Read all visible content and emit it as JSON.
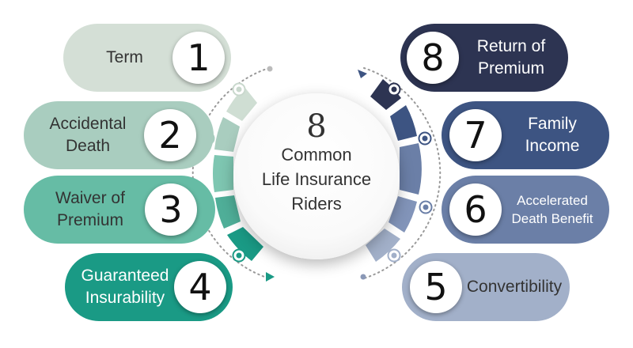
{
  "center": {
    "number": "8",
    "title": "Common\nLife Insurance\nRiders"
  },
  "riders": [
    {
      "number": "1",
      "label": "Term",
      "color": "#d4dfd6",
      "text_color": "#333333"
    },
    {
      "number": "2",
      "label": "Accidental\nDeath",
      "color": "#a9cdbf",
      "text_color": "#333333"
    },
    {
      "number": "3",
      "label": "Waiver of\nPremium",
      "color": "#66bca5",
      "text_color": "#333333"
    },
    {
      "number": "4",
      "label": "Guaranteed\nInsurability",
      "color": "#1a9a85",
      "text_color": "#ffffff"
    },
    {
      "number": "5",
      "label": "Convertibility",
      "color": "#a2b0c9",
      "text_color": "#333333"
    },
    {
      "number": "6",
      "label": "Accelerated\nDeath Benefit",
      "color": "#6b7fa7",
      "text_color": "#ffffff"
    },
    {
      "number": "7",
      "label": "Family\nIncome",
      "color": "#3d5482",
      "text_color": "#ffffff"
    },
    {
      "number": "8",
      "label": "Return of\nPremium",
      "color": "#2d3452",
      "text_color": "#ffffff"
    }
  ]
}
